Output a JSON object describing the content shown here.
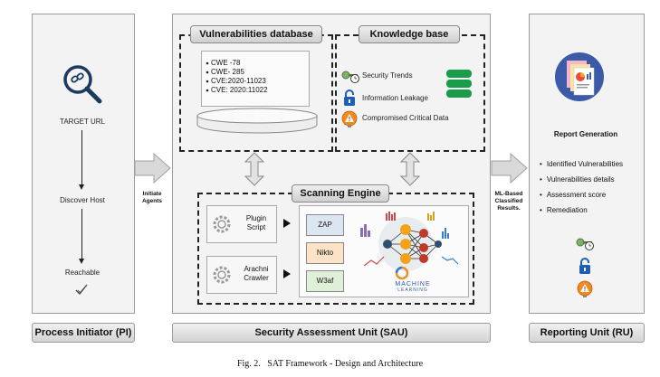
{
  "pi": {
    "target_url": "TARGET URL",
    "discover_host": "Discover  Host",
    "reachable": "Reachable",
    "footer": "Process Initiator (PI)"
  },
  "arrows": {
    "initiate_agents": "Initiate Agents",
    "ml_results": "ML-Based Classified Results."
  },
  "sau": {
    "footer": "Security Assessment Unit (SAU)",
    "vuln_db": {
      "title": "Vulnerabilities database",
      "items": [
        "CWE -78",
        "CWE- 285",
        "CVE:2020-11023",
        "CVE: 2020:11022"
      ]
    },
    "knowledge_base": {
      "title": "Knowledge base",
      "items": [
        "Security Trends",
        "Information Leakage",
        "Compromised Critical Data"
      ]
    },
    "scanning_engine": {
      "title": "Scanning Engine",
      "plugins": [
        "Plugin Script",
        "Arachni Crawler"
      ],
      "tools": [
        "ZAP",
        "Nikto",
        "W3af"
      ],
      "ml_logo_line1": "MACHINE",
      "ml_logo_line2": "LEARNING"
    }
  },
  "ru": {
    "title": "Report Generation",
    "items": [
      "Identified Vulnerabilities",
      "Vulnerabilities details",
      "Assessment score",
      "Remediation"
    ],
    "footer": "Reporting Unit (RU)"
  },
  "caption": "Fig. 2.   SAT Framework - Design and Architecture",
  "colors": {
    "zap": "#dce6f2",
    "nikto": "#fde3c6",
    "w3af": "#dff0d8",
    "db_green": "#1a9c4b",
    "lock_blue": "#1d5fb8"
  }
}
